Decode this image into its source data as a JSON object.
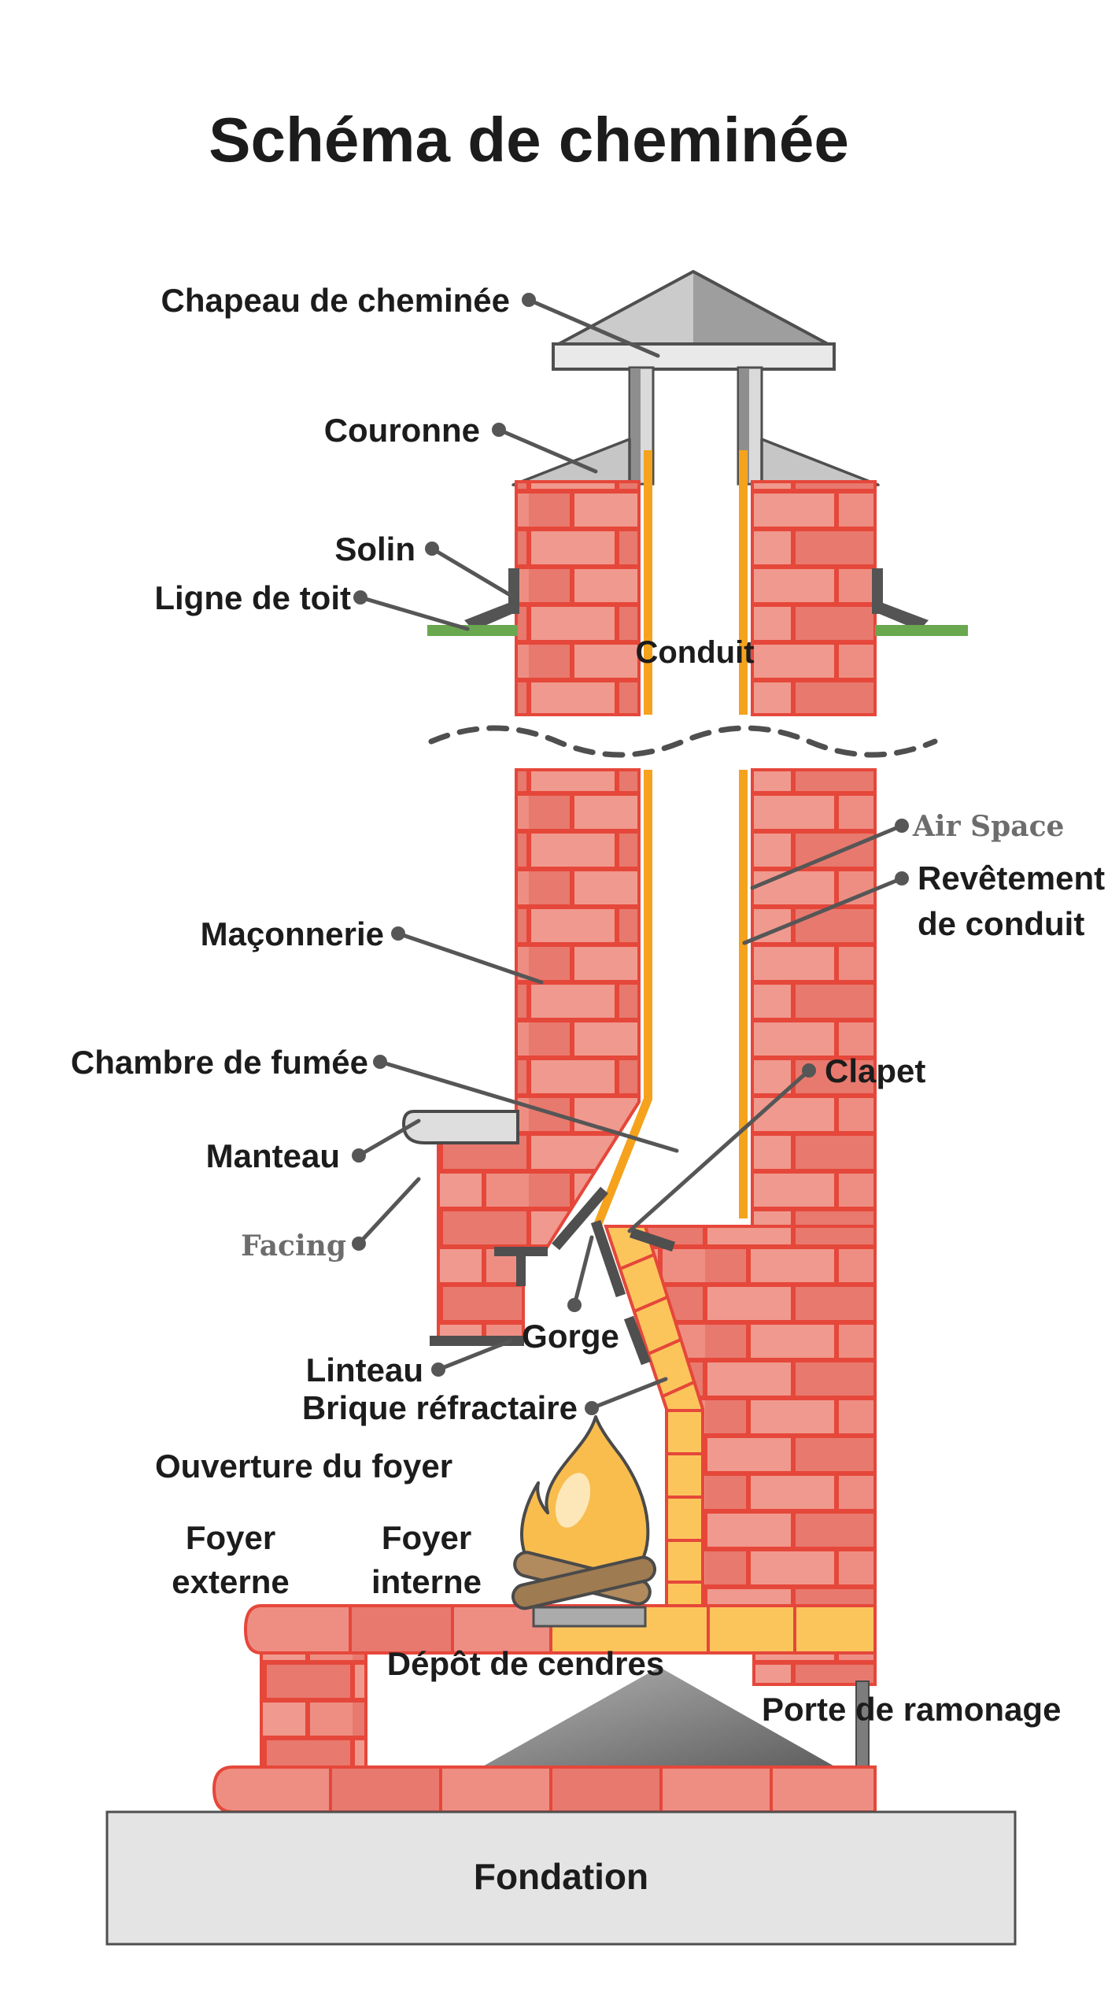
{
  "title": "Schéma de cheminée",
  "labels": {
    "chapeau": "Chapeau de cheminée",
    "couronne": "Couronne",
    "solin": "Solin",
    "ligne_de_toit": "Ligne de toit",
    "conduit": "Conduit",
    "air_space": "Air Space",
    "revetement_1": "Revêtement",
    "revetement_2": "de conduit",
    "maconnerie": "Maçonnerie",
    "chambre_de_fumee": "Chambre de fumée",
    "manteau": "Manteau",
    "facing": "Facing",
    "clapet": "Clapet",
    "gorge": "Gorge",
    "linteau": "Linteau",
    "brique_refractaire": "Brique réfractaire",
    "ouverture_du_foyer": "Ouverture du foyer",
    "foyer_externe_1": "Foyer",
    "foyer_externe_2": "externe",
    "foyer_interne_1": "Foyer",
    "foyer_interne_2": "interne",
    "depot_de_cendres": "Dépôt de cendres",
    "porte_de_ramonage": "Porte de ramonage",
    "fondation": "Fondation"
  },
  "colors": {
    "brick_joint": "#e5473a",
    "brick_light": "#f0998e",
    "brick_mid": "#e8796e",
    "brick_soft": "#ee8e83",
    "firebrick_yellow": "#fcc55c",
    "flue_liner_orange": "#f5a21d",
    "roof_line_green": "#69a84f",
    "flashing_metal": "#545454",
    "crown_gray": "#c6c6c6",
    "cap_face_left": "#cbcbcb",
    "cap_face_right": "#9e9e9e",
    "cap_base": "#e9e9e9",
    "mantel_gray": "#dedede",
    "foundation_gray": "#e4e4e4",
    "flame_orange": "#f9bd4e",
    "log_brown": "#b18a5d",
    "ash_gray": "#8a8a8a",
    "label_black": "#1c1c1c",
    "label_gray": "#6d6d6d"
  }
}
